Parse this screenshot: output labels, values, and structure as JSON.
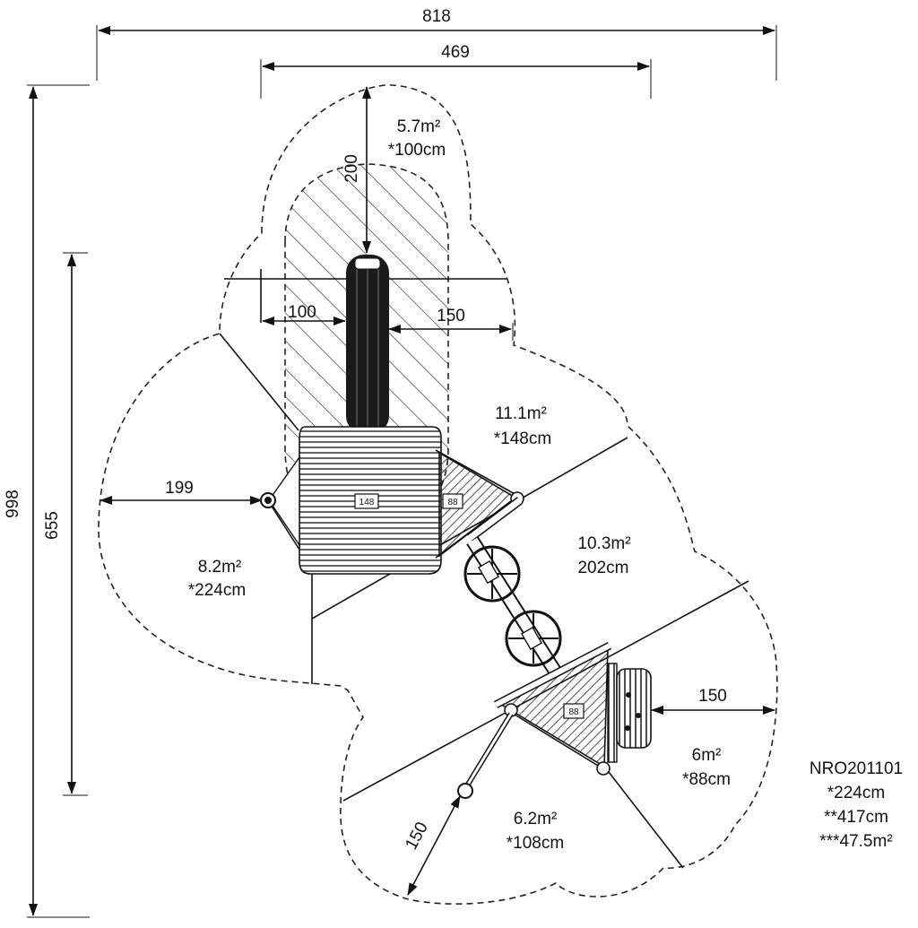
{
  "dimensions": {
    "overall_width": "818",
    "inner_width": "469",
    "overall_height": "998",
    "inner_height": "655",
    "slide_depth": "200",
    "slide_left": "100",
    "slide_right": "150",
    "left_clearance": "199",
    "right_clearance": "150",
    "bottom_clearance": "150"
  },
  "zones": [
    {
      "area": "5.7m²",
      "height": "*100cm"
    },
    {
      "area": "11.1m²",
      "height": "*148cm"
    },
    {
      "area": "8.2m²",
      "height": "*224cm"
    },
    {
      "area": "10.3m²",
      "height": "202cm"
    },
    {
      "area": "6m²",
      "height": "*88cm"
    },
    {
      "area": "6.2m²",
      "height": "*108cm"
    }
  ],
  "platform_labels": {
    "main": "148",
    "side": "88",
    "lower": "88"
  },
  "product": {
    "code": "NRO201101",
    "free_fall_height": "*224cm",
    "total_height": "**417cm",
    "total_area": "***47.5m²"
  }
}
